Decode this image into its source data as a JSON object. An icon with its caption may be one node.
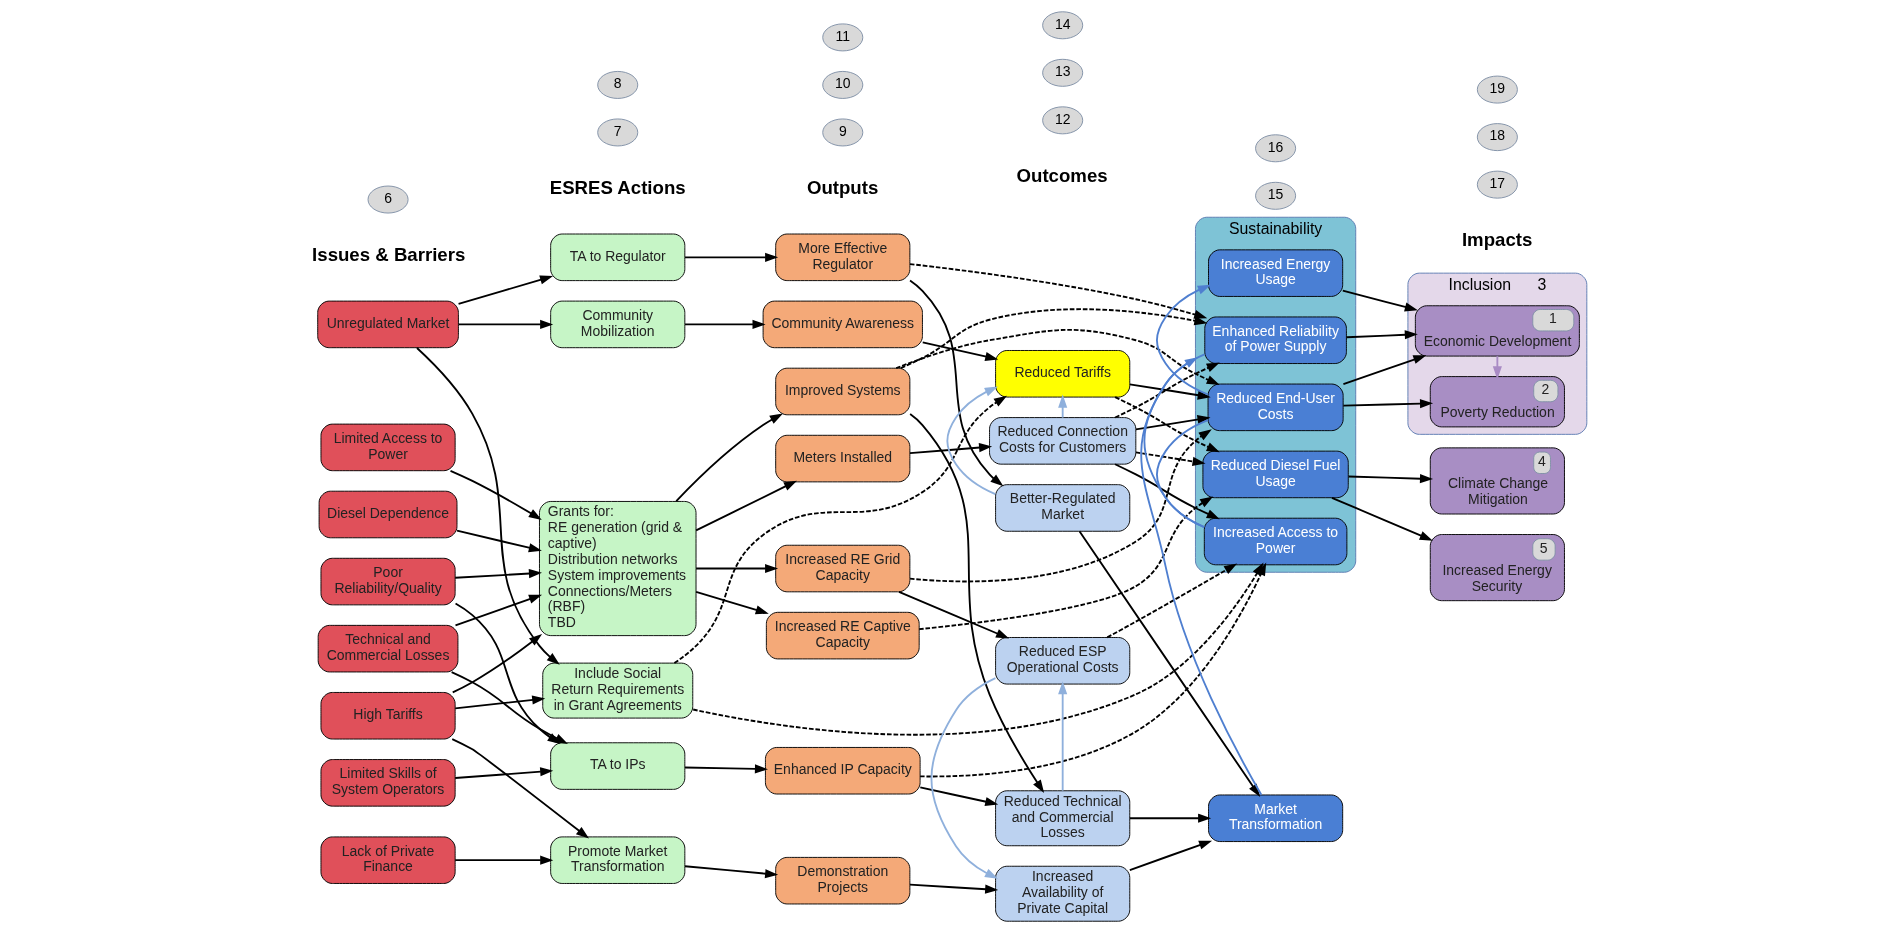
{
  "diagram": {
    "nodes": [
      {
        "text": [
          "Limited Access to Power"
        ]
      },
      {
        "text": [
          "Poor Reliability/Quality"
        ]
      },
      {
        "text": [
          "Technical and Commercial Losses"
        ]
      },
      {
        "text": [
          "Limited Skills of System Operators"
        ]
      },
      {
        "text": [
          "Diesel Dependence"
        ]
      },
      {
        "text": [
          "Unregulated Market"
        ]
      },
      {
        "text": [
          "High Tariffs"
        ]
      },
      {
        "text": [
          "Lack of Private Finance"
        ]
      },
      {
        "text": [
          "Grants for:",
          "RE generation (grid & captive)",
          "Distribution networks",
          "System improvements",
          "Connections/Meters (RBF)",
          "TBD"
        ]
      },
      {
        "text": [
          "TA to IPs"
        ]
      },
      {
        "text": [
          "TA to Regulator"
        ]
      },
      {
        "text": [
          "Include Social Return Requirements in Grant Agreements"
        ]
      },
      {
        "text": [
          "Community Mobilization"
        ]
      },
      {
        "text": [
          "Promote Market Transformation"
        ]
      },
      {
        "text": [
          "Improved Systems"
        ]
      },
      {
        "text": [
          "Increased RE Grid Capacity"
        ]
      },
      {
        "text": [
          "Increased RE Captive Capacity"
        ]
      },
      {
        "text": [
          "Meters Installed"
        ]
      },
      {
        "text": [
          "Enhanced IP Capacity"
        ]
      },
      {
        "text": [
          "More Effective Regulator"
        ]
      },
      {
        "text": [
          "Community Awareness"
        ]
      },
      {
        "text": [
          "Demonstration Projects"
        ]
      },
      {
        "text": [
          "Reduced Technical and Commercial Losses"
        ]
      },
      {
        "text": [
          "Reduced ESP Operational Costs"
        ]
      },
      {
        "text": [
          "Reduced Connection Costs for Customers"
        ]
      },
      {
        "text": [
          "Better-Regulated Market"
        ]
      },
      {
        "text": [
          "Reduced Tariffs"
        ]
      },
      {
        "text": [
          "Increased Availability of Private Capital"
        ]
      },
      {
        "text": [
          "Sustainability"
        ]
      },
      {
        "text": [
          "Enhanced Reliability of Power Supply"
        ],
        "in": 28
      },
      {
        "text": [
          "Increased Access to Power"
        ],
        "in": 28
      },
      {
        "text": [
          "Reduced End-User Costs"
        ],
        "in": 28
      },
      {
        "text": [
          "Increased Energy Usage"
        ],
        "in": 28
      },
      {
        "text": [
          "Reduced Diesel Fuel Usage"
        ],
        "in": 28
      },
      {
        "text": [
          "Market Transformation"
        ]
      },
      {
        "text": [
          "Inclusion",
          "3"
        ]
      },
      {
        "text": [
          "1",
          "Economic Development"
        ],
        "in": 35
      },
      {
        "text": [
          "2",
          "Poverty Reduction"
        ],
        "in": 35
      },
      {
        "text": [
          "4",
          "Climate Change Mitigation"
        ]
      },
      {
        "text": [
          "5",
          "Increased Energy Security"
        ]
      }
    ],
    "edges": [
      {
        "from": 0,
        "to": 8,
        "arrow": "to"
      },
      {
        "from": 1,
        "to": 8,
        "arrow": "to"
      },
      {
        "from": 1,
        "to": 9,
        "arrow": "to"
      },
      {
        "from": 2,
        "to": 8,
        "arrow": "to"
      },
      {
        "from": 2,
        "to": 9,
        "arrow": "to"
      },
      {
        "from": 3,
        "to": 9,
        "arrow": "to"
      },
      {
        "from": 4,
        "to": 8,
        "arrow": "to"
      },
      {
        "from": 6,
        "to": 8,
        "arrow": "to"
      },
      {
        "from": 5,
        "to": 10,
        "arrow": "to"
      },
      {
        "from": 5,
        "to": 11,
        "arrow": "to"
      },
      {
        "from": 5,
        "to": 12,
        "arrow": "to"
      },
      {
        "from": 6,
        "to": 11,
        "arrow": "to"
      },
      {
        "from": 6,
        "to": 13,
        "arrow": "to"
      },
      {
        "from": 7,
        "to": 13,
        "arrow": "to"
      },
      {
        "from": 8,
        "to": 14,
        "arrow": "to"
      },
      {
        "from": 8,
        "to": 15,
        "arrow": "to"
      },
      {
        "from": 8,
        "to": 16,
        "arrow": "to"
      },
      {
        "from": 8,
        "to": 17,
        "arrow": "to"
      },
      {
        "from": 9,
        "to": 18,
        "arrow": "to"
      },
      {
        "from": 10,
        "to": 19,
        "arrow": "to"
      },
      {
        "from": 11,
        "to": 26,
        "arrow": "to",
        "style": "dashed"
      },
      {
        "from": 11,
        "to": 30,
        "arrow": "to",
        "style": "dashed"
      },
      {
        "from": 12,
        "to": 20,
        "arrow": "to"
      },
      {
        "from": 13,
        "to": 21,
        "arrow": "to"
      },
      {
        "from": 14,
        "to": 22,
        "arrow": "to"
      },
      {
        "from": 14,
        "to": 29,
        "arrow": "to",
        "style": "dashed"
      },
      {
        "from": 14,
        "to": 31,
        "arrow": "to",
        "style": "dashed"
      },
      {
        "from": 15,
        "to": 23,
        "arrow": "to"
      },
      {
        "from": 15,
        "to": 31,
        "arrow": "to",
        "style": "dashed"
      },
      {
        "from": 16,
        "to": 33,
        "arrow": "to",
        "style": "dashed"
      },
      {
        "from": 17,
        "to": 24,
        "arrow": "to"
      },
      {
        "from": 18,
        "to": 22,
        "arrow": "to"
      },
      {
        "from": 18,
        "to": 30,
        "arrow": "to",
        "style": "dashed"
      },
      {
        "from": 19,
        "to": 25,
        "arrow": "to"
      },
      {
        "from": 19,
        "to": 29,
        "arrow": "to",
        "style": "dashed"
      },
      {
        "from": 20,
        "to": 26,
        "arrow": "to"
      },
      {
        "from": 21,
        "to": 27,
        "arrow": "to"
      },
      {
        "from": 22,
        "to": 23,
        "arrow": "to",
        "color": "#8fb0dc"
      },
      {
        "from": 23,
        "to": 27,
        "arrow": "to",
        "color": "#8fb0dc"
      },
      {
        "from": 24,
        "to": 26,
        "arrow": "to",
        "color": "#8fb0dc"
      },
      {
        "from": 25,
        "to": 26,
        "arrow": "to",
        "color": "#8fb0dc"
      },
      {
        "from": 22,
        "to": 34,
        "arrow": "to"
      },
      {
        "from": 23,
        "to": 30,
        "arrow": "to",
        "style": "dashed"
      },
      {
        "from": 24,
        "to": 29,
        "arrow": "to",
        "style": "dashed"
      },
      {
        "from": 24,
        "to": 30,
        "arrow": "to"
      },
      {
        "from": 24,
        "to": 31,
        "arrow": "to"
      },
      {
        "from": 24,
        "to": 33,
        "arrow": "to",
        "style": "dashed"
      },
      {
        "from": 25,
        "to": 34,
        "arrow": "to"
      },
      {
        "from": 26,
        "to": 31,
        "arrow": "to"
      },
      {
        "from": 26,
        "to": 33,
        "arrow": "to",
        "style": "dashed"
      },
      {
        "from": 27,
        "to": 34,
        "arrow": "to"
      },
      {
        "from": 29,
        "to": 30,
        "arrow": "none",
        "color": "#4f7fd0"
      },
      {
        "from": 30,
        "to": 31,
        "arrow": "none",
        "color": "#4f7fd0"
      },
      {
        "from": 31,
        "to": 32,
        "arrow": "to",
        "color": "#4f7fd0"
      },
      {
        "from": 34,
        "to": 28,
        "arrow": "to",
        "color": "#4f7fd0"
      },
      {
        "from": 29,
        "to": 36,
        "arrow": "to"
      },
      {
        "from": 31,
        "to": 36,
        "arrow": "to"
      },
      {
        "from": 31,
        "to": 37,
        "arrow": "to"
      },
      {
        "from": 32,
        "to": 36,
        "arrow": "to"
      },
      {
        "from": 33,
        "to": 38,
        "arrow": "to"
      },
      {
        "from": 33,
        "to": 39,
        "arrow": "to"
      },
      {
        "from": 36,
        "to": 37,
        "arrow": "to",
        "color": "#a98bc4"
      }
    ],
    "labels": [
      "Issues & Barriers",
      "ESRES Actions",
      "Outputs",
      "Outcomes",
      "Impacts",
      "6",
      "7",
      "8",
      "9",
      "10",
      "11",
      "12",
      "13",
      "14",
      "15",
      "16",
      "17",
      "18",
      "19"
    ]
  }
}
